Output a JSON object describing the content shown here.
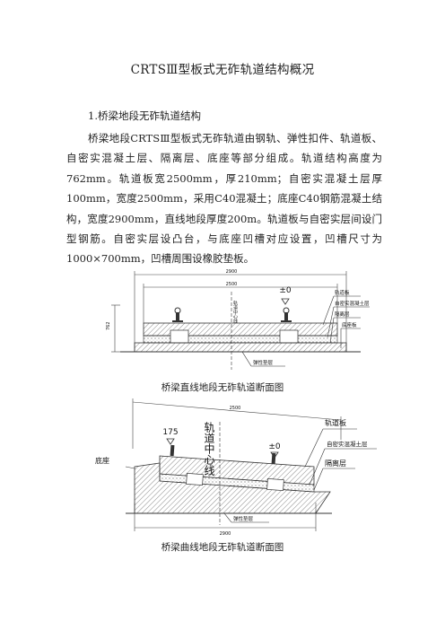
{
  "title": "CRTSⅢ型板式无砟轨道结构概况",
  "section_heading": "1.桥梁地段无砟轨道结构",
  "paragraph": "桥梁地段CRTSⅢ型板式无砟轨道由钢轨、弹性扣件、轨道板、自密实混凝土层、隔离层、底座等部分组成。轨道结构高度为762mm。轨道板宽2500mm，厚210mm；自密实混凝土层厚100mm，宽度2500mm，采用C40混凝土；底座C40钢筋混凝土结构，宽度2900mm，直线地段厚度200m。轨道板与自密实层间设门型钢筋。自密实层设凸台，与底座凹槽对应设置，凹槽尺寸为1000×700mm，凹槽周围设橡胶垫板。",
  "figure1": {
    "caption": "桥梁直线地段无砟轨道断面图",
    "dim_top": "2900",
    "dim_second": "2500",
    "elevation": "±0",
    "center_label": "轨道中心线",
    "left_dim": "762",
    "callouts": [
      "轨道板",
      "自密实混凝土层",
      "隔离层",
      "底座板"
    ],
    "bottom_label": "弹性垫层"
  },
  "figure2": {
    "caption": "桥梁曲线地段无砟轨道断面图",
    "dim_top": "2500",
    "dim_bottom": "2900",
    "elevation_left": "175",
    "elevation_right": "±0",
    "center_label": "轨道中心线",
    "left_label": "底座",
    "callouts": [
      "轨道板",
      "自密实混凝土层",
      "隔离层"
    ],
    "bottom_label": "弹性垫层"
  }
}
